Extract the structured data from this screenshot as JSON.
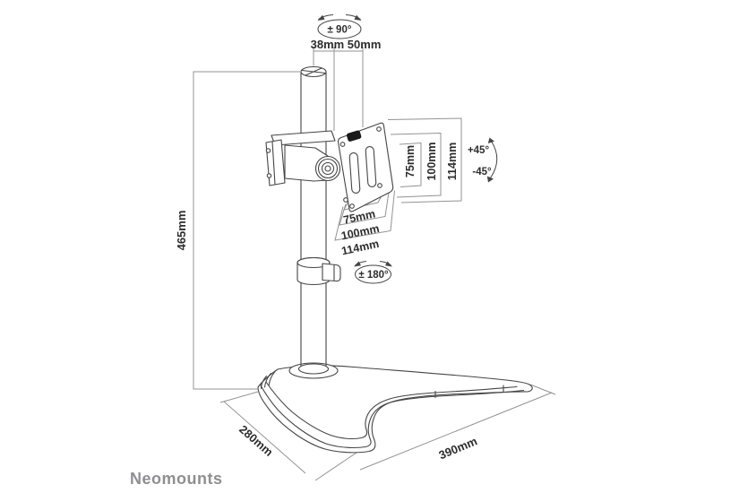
{
  "meta": {
    "brand": "Neomounts"
  },
  "dimensions": {
    "pole_height": "465mm",
    "top_offsets": "38mm 50mm",
    "vesa_vertical": [
      "75mm",
      "100mm",
      "114mm"
    ],
    "vesa_horizontal": [
      "75mm",
      "100mm",
      "114mm"
    ],
    "base_depth": "280mm",
    "base_width": "390mm"
  },
  "rotation": {
    "swivel": "± 90°",
    "tilt_up": "+45°",
    "tilt_down": "-45°",
    "rotate": "± 180°"
  },
  "colors": {
    "outline": "#454545",
    "dimension_line": "#939393",
    "label_text": "#2d2d2d",
    "brand_text": "#8d8f92",
    "knob": "#1a1a1a"
  }
}
